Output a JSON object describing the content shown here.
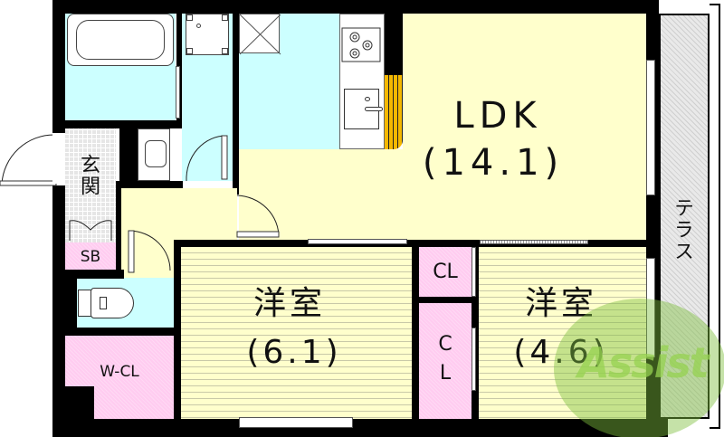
{
  "floorplan": {
    "rooms": {
      "ldk": {
        "name": "LDK",
        "size": "(14.1)"
      },
      "western_room_1": {
        "name": "洋室",
        "size": "(6.1)"
      },
      "western_room_2": {
        "name": "洋室",
        "size": "(4.6)"
      },
      "entrance": {
        "name": "玄関"
      },
      "shoe_box": {
        "name": "SB"
      },
      "walk_in_closet": {
        "name": "W-CL"
      },
      "closet_1": {
        "name": "CL"
      },
      "closet_2": {
        "name_line1": "C",
        "name_line2": "L"
      },
      "terrace": {
        "name": "テラス"
      }
    },
    "watermark": {
      "text": "Assist"
    },
    "colors": {
      "wall": "#000000",
      "wet_area": "#ccffff",
      "living_floor": "#ffffcc",
      "closet": "#ffccf0",
      "kitchen_panel": "#f5b800",
      "terrace": "#e9e9e9",
      "watermark": "#7fbf3f"
    }
  }
}
